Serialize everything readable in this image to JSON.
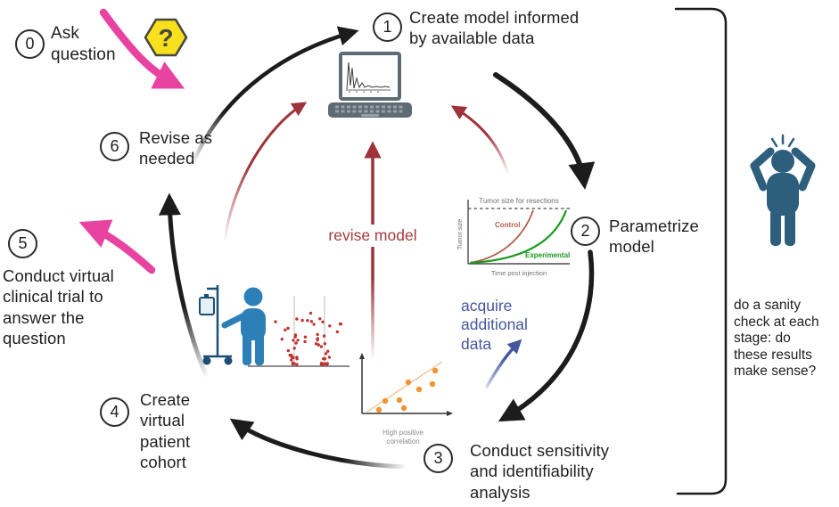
{
  "colors": {
    "pink": "#e843a0",
    "black_arrow": "#1c1c1c",
    "dark_red": "#9e3339",
    "blue": "#44569e",
    "teal_person": "#2d5f7c",
    "hexagon_yellow": "#f8e11c",
    "patient_blue": "#2d7fb8",
    "cohort_dot_red": "#bf3430",
    "scatter_orange": "#ee9432",
    "control_red": "#b05c4e",
    "experimental_green": "#199a1d"
  },
  "steps": [
    {
      "number": "0",
      "lines": [
        "Ask",
        "question"
      ]
    },
    {
      "number": "1",
      "lines": [
        "Create model informed",
        "by available data"
      ]
    },
    {
      "number": "2",
      "lines": [
        "Parametrize",
        "model"
      ]
    },
    {
      "number": "3",
      "lines": [
        "Conduct sensitivity",
        "and identifiability",
        "analysis"
      ]
    },
    {
      "number": "4",
      "lines": [
        "Create",
        "virtual",
        "patient",
        "cohort"
      ]
    },
    {
      "number": "5",
      "lines": [
        "Conduct virtual",
        "clinical trial to",
        "answer the",
        "question"
      ]
    },
    {
      "number": "6",
      "lines": [
        "Revise as",
        "needed"
      ]
    }
  ],
  "question_mark": "?",
  "center_annotations": {
    "revise_model": "revise model",
    "acquire_lines": [
      "acquire",
      "additional",
      "data"
    ]
  },
  "sanity_note_lines": [
    "do a sanity",
    "check at each",
    "stage: do",
    "these results",
    "make sense?"
  ],
  "tumor_chart": {
    "title": "Tumor size for resections",
    "ylabel": "Tumor size",
    "xlabel": "Time post injection",
    "control_label": "Control",
    "experimental_label": "Experimental"
  },
  "scatter_chart": {
    "caption_lines": [
      "High positive",
      "correlation"
    ]
  }
}
